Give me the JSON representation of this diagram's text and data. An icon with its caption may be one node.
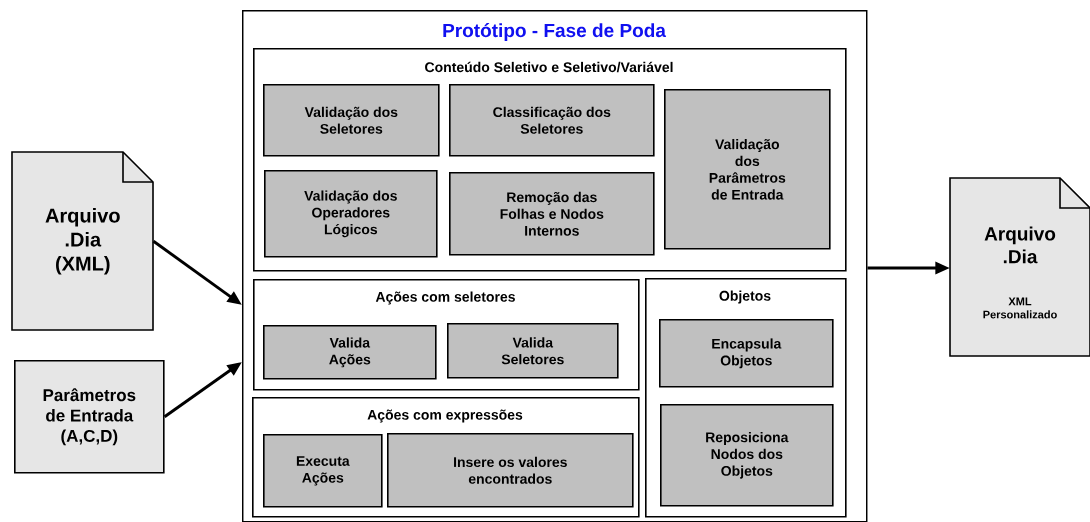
{
  "diagram": {
    "nodes": [
      {
        "text": [
          "Arquivo .Dia (XML)"
        ]
      },
      {
        "text": [
          "Parâmetros de Entrada (A,C,D)"
        ]
      },
      {
        "text": [
          "Protótipo - Fase de Poda"
        ]
      },
      {
        "text": [
          "Conteúdo Seletivo e Seletivo/Variável"
        ],
        "in": 2
      },
      {
        "text": [
          "Validação dos Seletores"
        ],
        "in": 3
      },
      {
        "text": [
          "Classificação dos Seletores"
        ],
        "in": 3
      },
      {
        "text": [
          "Validação dos Parâmetros de Entrada"
        ],
        "in": 3
      },
      {
        "text": [
          "Validação dos Operadores Lógicos"
        ],
        "in": 3
      },
      {
        "text": [
          "Remoção das Folhas e Nodos Internos"
        ],
        "in": 3
      },
      {
        "text": [
          "Ações com seletores"
        ],
        "in": 2
      },
      {
        "text": [
          "Valida Ações"
        ],
        "in": 9
      },
      {
        "text": [
          "Valida Seletores"
        ],
        "in": 9
      },
      {
        "text": [
          "Ações com expressões"
        ],
        "in": 2
      },
      {
        "text": [
          "Executa Ações"
        ],
        "in": 12
      },
      {
        "text": [
          "Insere os valores encontrados"
        ],
        "in": 12
      },
      {
        "text": [
          "Objetos"
        ],
        "in": 2
      },
      {
        "text": [
          "Encapsula Objetos"
        ],
        "in": 15
      },
      {
        "text": [
          "Reposiciona Nodos dos Objetos"
        ],
        "in": 15
      },
      {
        "text": [
          "Arquivo .Dia",
          "XML Personalizado"
        ]
      }
    ],
    "edges": [
      {
        "from": 0,
        "to": 2,
        "arrow": "to"
      },
      {
        "from": 1,
        "to": 2,
        "arrow": "to"
      },
      {
        "from": 2,
        "to": 18,
        "arrow": "to"
      }
    ]
  }
}
